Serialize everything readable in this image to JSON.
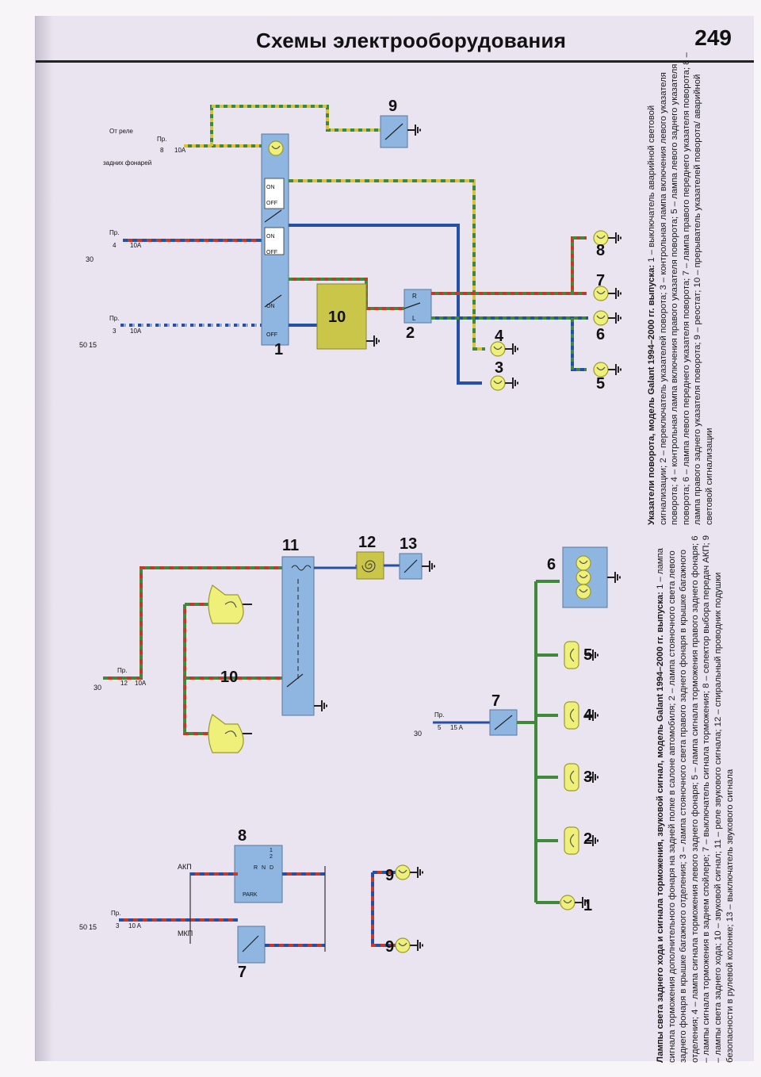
{
  "header": {
    "title": "Схемы электрооборудования",
    "page_number": "249"
  },
  "diagram_turn": {
    "caption_title": "Указатели поворота, модель Galant 1994–2000 гг. выпуска:",
    "caption_body": "1 – выключатель аварийной световой сигнализации; 2 – переключатель указателей поворота; 3 – контрольная лампа включения левого указателя поворота; 4 – контрольная лампа включения правого указателя поворота; 5 – лампа левого заднего указателя поворота; 6 – лампа левого переднего указателя поворота; 7 – лампа правого переднего указателя поворота; 8 – лампа правого заднего указателя поворота; 9 – реостат; 10 – прерыватель указателей поворота/ аварийной световой сигнализации",
    "labels": {
      "n1": "1",
      "n2": "2",
      "n3": "3",
      "n4": "4",
      "n5": "5",
      "n6": "6",
      "n7": "7",
      "n8": "8",
      "n9": "9",
      "n10": "10",
      "supply_50": "50",
      "supply_15": "15",
      "supply_30": "30",
      "fuse3_pr": "Пр.",
      "fuse3_num": "3",
      "fuse3_rating": "10A",
      "fuse4_pr": "Пр.",
      "fuse4_num": "4",
      "fuse4_rating": "10A",
      "fuse8_pr": "Пр.",
      "fuse8_num": "8",
      "fuse8_rating": "10A",
      "relay_note_1": "От реле",
      "relay_note_2": "задних фонарей",
      "sw_off1": "OFF",
      "sw_on1": "ON",
      "sw_off2": "OFF",
      "sw_on2": "ON",
      "sw_off3": "OFF",
      "sw_on3": "ON",
      "sw_r": "R",
      "sw_l": "L"
    }
  },
  "diagram_brake": {
    "caption_title": "Лампы света заднего хода и сигнала торможения, звуковой сигнал, модель Galant 1994–2000 гг. выпуска:",
    "caption_body": "1 – лампа сигнала торможения дополнительного фонаря на задней полке в салоне автомобиля; 2 – лампа стояночного света левого заднего фонаря в крышке багажного отделения; 3 – лампа стояночного света правого заднего фонаря в крышке багажного отделения; 4 – лампа сигнала торможения левого заднего фонаря; 5 – лампа сигнала торможения правого заднего фонаря; 6 – лампы сигнала торможения в заднем спойлере; 7 – выключатель сигнала торможения; 8 – селектор выбора передач АКП; 9 – лампы света заднего хода; 10 – звуковой сигнал; 11 – реле звукового сигнала; 12 – спиральный проводник подушки безопасности в рулевой колонке; 13 – выключатель звукового сигнала",
    "labels": {
      "n1": "1",
      "n2": "2",
      "n3": "3",
      "n4": "4",
      "n5": "5",
      "n6": "6",
      "n7": "7",
      "n8": "8",
      "n9a": "9",
      "n9b": "9",
      "n10": "10",
      "n11": "11",
      "n12": "12",
      "n13": "13",
      "supply_50": "50",
      "supply_15": "15",
      "supply_30a": "30",
      "supply_30b": "30",
      "fuse3_pr": "Пр.",
      "fuse3_num": "3",
      "fuse3_rating": "10 A",
      "fuse12_pr": "Пр.",
      "fuse12_num": "12",
      "fuse12_rating": "10A",
      "fuse5_pr": "Пр.",
      "fuse5_num": "5",
      "fuse5_rating": "15 A",
      "mkp": "МКП",
      "akp": "АКП",
      "sel_park": "PARK",
      "sel_r": "R",
      "sel_n": "N",
      "sel_d": "D",
      "sel_2": "2",
      "sel_1": "1"
    }
  },
  "colors": {
    "page": "#e9e4ef",
    "component_blue": "#8fb6e0",
    "lamp_yellow": "#eef07a",
    "breaker_olive": "#c9c64a",
    "wire_green": "#3f8a3a",
    "wire_blue": "#2450a8",
    "wire_red": "#c23a2a",
    "wire_yellow": "#d9c23a",
    "wire_black": "#222222"
  }
}
